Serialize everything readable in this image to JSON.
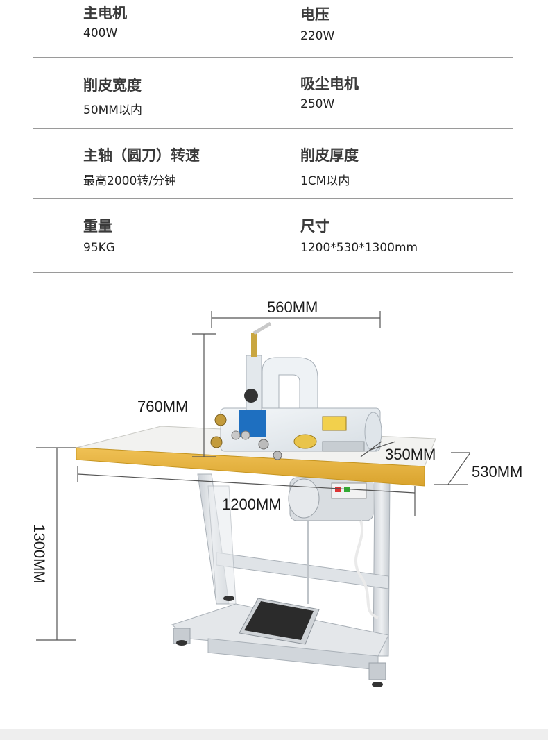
{
  "specs": [
    [
      {
        "label": "主电机",
        "value": "400W"
      },
      {
        "label": "电压",
        "value": "220W"
      }
    ],
    [
      {
        "label": "削皮宽度",
        "value": "50MM以内"
      },
      {
        "label": "吸尘电机",
        "value": "250W"
      }
    ],
    [
      {
        "label": "主轴（圆刀）转速",
        "value": "最高2000转/分钟"
      },
      {
        "label": "削皮厚度",
        "value": "1CM以内"
      }
    ],
    [
      {
        "label": "重量",
        "value": "95KG"
      },
      {
        "label": "尺寸",
        "value": "1200*530*1300mm"
      }
    ]
  ],
  "dimensions": {
    "machine_width": "560MM",
    "machine_height": "760MM",
    "depth_front": "350MM",
    "depth_table": "530MM",
    "table_length": "1200MM",
    "total_height": "1300MM"
  },
  "colors": {
    "table_top": "#f2f2f0",
    "table_edge": "#e8b640",
    "machine_body": "#e9eef2",
    "frame": "#d7dbe0",
    "pedal": "#2b2b2b",
    "accent_blue": "#1e6fc0"
  }
}
